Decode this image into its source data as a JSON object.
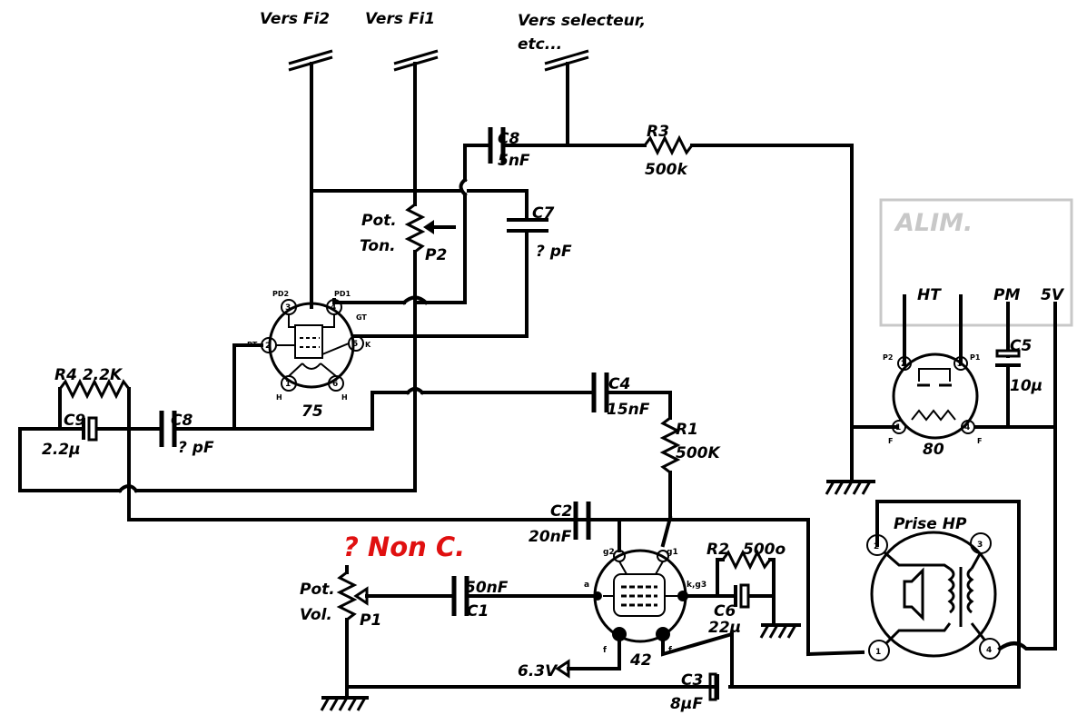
{
  "colors": {
    "ink": "#000000",
    "accent": "#e01010",
    "alim_box": "#c8c8c8"
  },
  "labels": {
    "vers_fi2": "Vers Fi2",
    "vers_fi1": "Vers Fi1",
    "vers_selecteur_1": "Vers selecteur,",
    "vers_selecteur_2": "etc...",
    "c8_top": "C8",
    "c8_top_val": "5nF",
    "r3": "R3",
    "r3_val": "500k",
    "pot_ton_1": "Pot.",
    "pot_ton_2": "Ton.",
    "p2": "P2",
    "c7": "C7",
    "c7_val": "? pF",
    "alim": "ALIM.",
    "ht": "HT",
    "pm": "PM",
    "v5": "5V",
    "c5": "C5",
    "c5_val": "10µ",
    "tube_80": "80",
    "r4": "R4 2.2K",
    "c9": "C9",
    "c9_val": "2.2µ",
    "c8_low": "C8",
    "c8_low_val": "? pF",
    "tube_75": "75",
    "c4": "C4",
    "c4_val": "15nF",
    "r1": "R1",
    "r1_val": "500K",
    "c2": "C2",
    "c2_val": "20nF",
    "prise_hp": "Prise HP",
    "non_c": "? Non C.",
    "pot_vol_1": "Pot.",
    "pot_vol_2": "Vol.",
    "p1": "P1",
    "c1_val": "50nF",
    "c1": "C1",
    "r2": "R2",
    "r2_val": "500o",
    "c6": "C6",
    "c6_val": "22µ",
    "tube_42": "42",
    "v63": "6.3V",
    "c3": "C3",
    "c3_val": "8µF"
  },
  "pins": {
    "t75": {
      "pd2": "PD2",
      "pd1": "PD1",
      "gt": "GT",
      "pt": "PT",
      "k": "K",
      "h1": "H",
      "h2": "H",
      "n1": "1",
      "n2": "2",
      "n3": "3",
      "n4": "4",
      "n5": "5",
      "n6": "6"
    },
    "t80": {
      "p2": "P2",
      "p1": "P1",
      "f1": "F",
      "f2": "F",
      "n1": "1",
      "n2": "2",
      "n3": "3",
      "n4": "4"
    },
    "t42": {
      "g2": "g2",
      "g1": "g1",
      "a": "a",
      "kg3": "k,g3",
      "f1": "f",
      "f2": "f"
    },
    "hp": {
      "n1": "1",
      "n2": "2",
      "n3": "3",
      "n4": "4"
    }
  }
}
